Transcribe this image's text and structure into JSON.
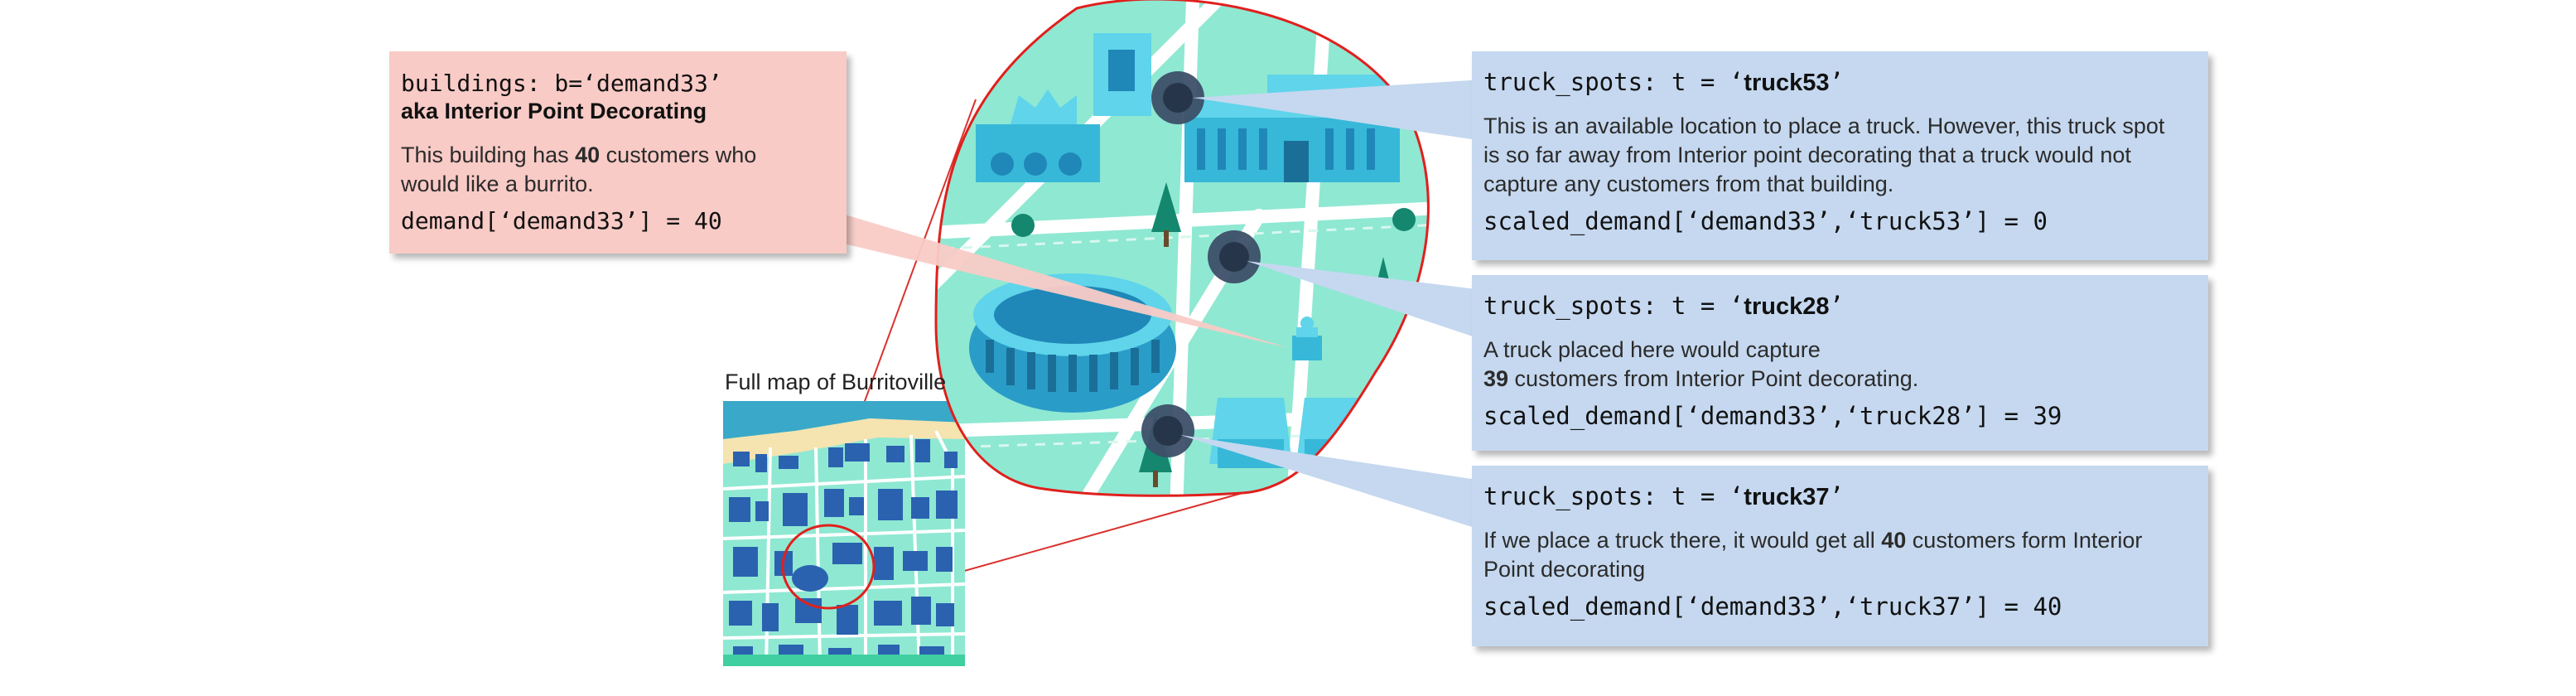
{
  "inset_map": {
    "caption": "Full map of Burritoville"
  },
  "building_card": {
    "code_line": "buildings: b=‘demand33’",
    "aka_line": "aka Interior Point Decorating",
    "desc_before": "This building has ",
    "desc_bold": "40",
    "desc_after": " customers who would like a burrito.",
    "desc_line2": "would like a burrito.",
    "formula": "demand[‘demand33’] = 40"
  },
  "truck_cards": [
    {
      "code_prefix": "truck_spots: t = ‘",
      "code_name": "truck53",
      "code_suffix": "’",
      "line1": "This is an available location to place a truck. However, this truck spot",
      "line2": "is so far away from Interior point decorating that a truck would not",
      "line3": "capture any customers from that building.",
      "formula": "scaled_demand[‘demand33’,‘truck53’] = 0"
    },
    {
      "code_prefix": "truck_spots: t = ‘",
      "code_name": "truck28",
      "code_suffix": "’",
      "line1": "A truck placed here would capture",
      "line2_bold": "39",
      "line2_rest": " customers from Interior Point decorating.",
      "formula": "scaled_demand[‘demand33’,‘truck28’] = 39"
    },
    {
      "code_prefix": "truck_spots: t = ‘",
      "code_name": "truck37",
      "code_suffix": "’",
      "line1_before": "If we place a truck there, it would get all ",
      "line1_bold": "40",
      "line1_after": " customers form Interior",
      "line2": "Point decorating",
      "formula": "scaled_demand[‘demand33’,‘truck37’] = 40"
    }
  ],
  "colors": {
    "ground": "#8fe8d2",
    "road": "#ffffff",
    "building": "#37b8d8",
    "building_dark": "#1f88b8",
    "tree": "#14876e",
    "zoom_outline": "#e0201d",
    "pink_card": "#f9cbc6",
    "blue_card": "#c5d8ef",
    "truck_marker": "#2e4057",
    "inset_map_building": "#2a62b0"
  }
}
